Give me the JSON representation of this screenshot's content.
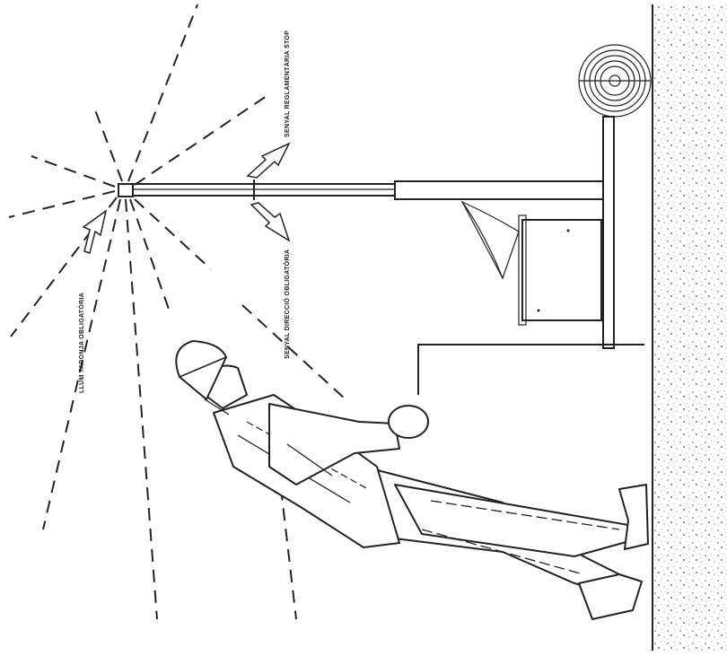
{
  "labels": {
    "warning_light": "LLUM TARONJA OBLIGATÒRIA",
    "stop_sign": "SENYAL REGLAMENTÀRIA STOP",
    "direction_sign": "SENYAL DIRECCIÓ OBLIGATÒRIA"
  },
  "icons": [
    "warning-light-icon",
    "cable-reel-icon",
    "worker-figure"
  ]
}
